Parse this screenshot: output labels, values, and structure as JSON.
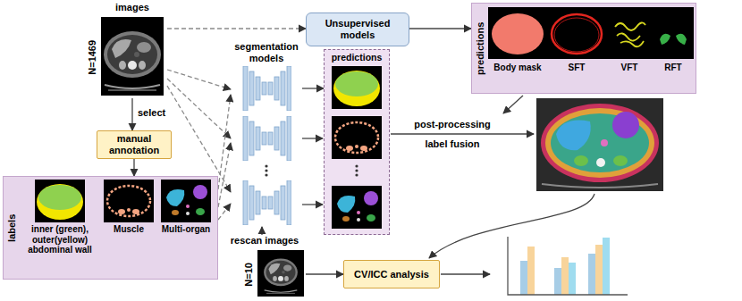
{
  "diagram": {
    "nodes": [
      {
        "text": [
          "images",
          "N=1469"
        ]
      },
      {
        "text": [
          "manual annotation"
        ]
      },
      {
        "text": [
          "labels"
        ]
      },
      {
        "text": [
          "inner (green), outer(yellow) abdominal wall"
        ],
        "in": 2
      },
      {
        "text": [
          "Muscle"
        ],
        "in": 2
      },
      {
        "text": [
          "Multi-organ"
        ],
        "in": 2
      },
      {
        "text": [
          "Unsupervised models"
        ]
      },
      {
        "text": [
          "segmentation models"
        ]
      },
      {
        "text": [
          "predictions"
        ]
      },
      {
        "text": [
          "predictions"
        ]
      },
      {
        "text": [
          "Body mask"
        ],
        "in": 9
      },
      {
        "text": [
          "SFT"
        ],
        "in": 9
      },
      {
        "text": [
          "VFT"
        ],
        "in": 9
      },
      {
        "text": [
          "RFT"
        ],
        "in": 9
      },
      {
        "text": [
          "rescan images",
          "N=10"
        ]
      },
      {
        "text": [
          "CV/ICC analysis"
        ]
      }
    ],
    "edges": [
      {
        "from": 0,
        "to": 1,
        "arrow": "to",
        "label": "select"
      },
      {
        "from": 1,
        "to": 2,
        "arrow": "to"
      },
      {
        "from": 0,
        "to": 6,
        "arrow": "to"
      },
      {
        "from": 0,
        "to": 7,
        "arrow": "to"
      },
      {
        "from": 2,
        "to": 7,
        "arrow": "to"
      },
      {
        "from": 7,
        "to": 8,
        "arrow": "to"
      },
      {
        "from": 6,
        "to": 9,
        "arrow": "to"
      },
      {
        "from": 14,
        "to": 7,
        "arrow": "to"
      },
      {
        "from": 14,
        "to": 15,
        "arrow": "to"
      }
    ],
    "labels": [
      "post-processing",
      "label fusion"
    ]
  }
}
